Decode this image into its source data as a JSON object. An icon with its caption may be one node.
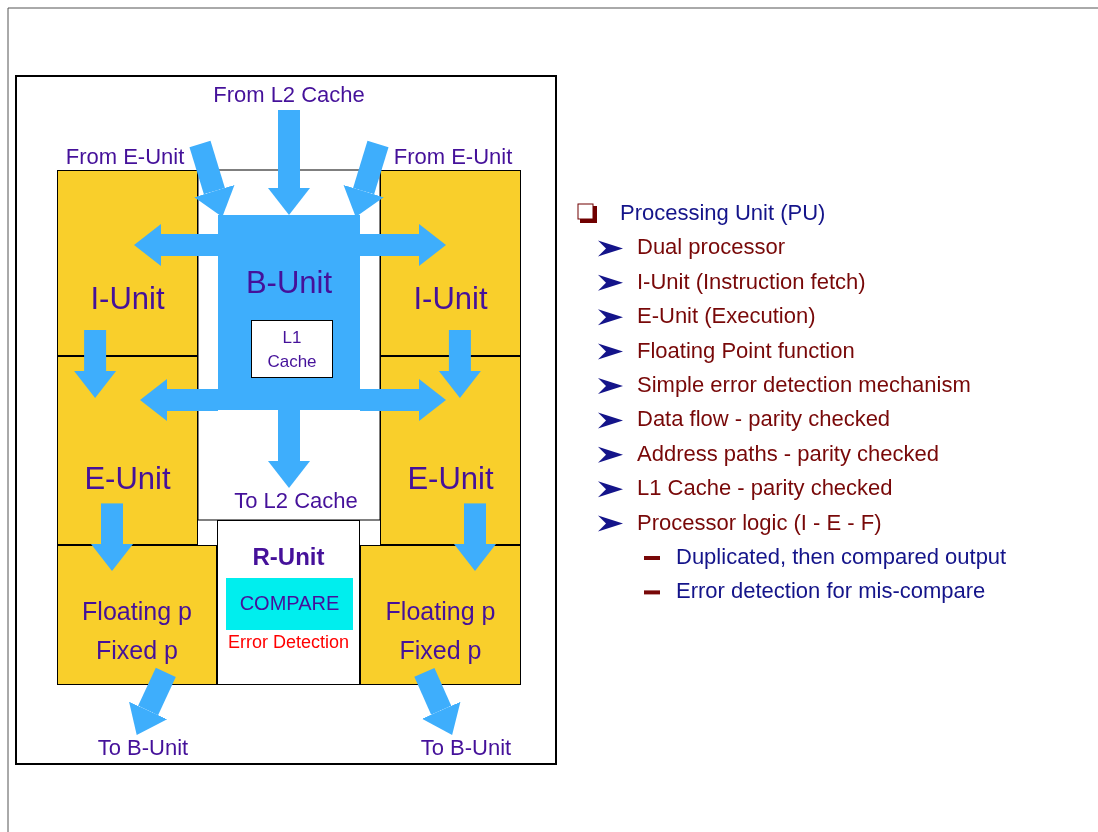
{
  "diagram": {
    "nodes": [
      {
        "text": [
          "From L2 Cache"
        ]
      },
      {
        "text": [
          "From E-Unit"
        ]
      },
      {
        "text": [
          "From E-Unit"
        ]
      },
      {
        "text": [
          "I-Unit"
        ]
      },
      {
        "text": [
          "B-Unit"
        ]
      },
      {
        "text": [
          "L1 Cache"
        ],
        "in": 4
      },
      {
        "text": [
          "I-Unit"
        ]
      },
      {
        "text": [
          "E-Unit"
        ]
      },
      {
        "text": [
          "E-Unit"
        ]
      },
      {
        "text": [
          "To L2 Cache"
        ]
      },
      {
        "text": [
          "Floating p Fixed p"
        ]
      },
      {
        "text": [
          "R-Unit",
          "Error Detection"
        ]
      },
      {
        "text": [
          "COMPARE"
        ],
        "in": 11
      },
      {
        "text": [
          "Floating p Fixed p"
        ]
      },
      {
        "text": [
          "To B-Unit"
        ]
      },
      {
        "text": [
          "To B-Unit"
        ]
      }
    ],
    "edges": [
      {
        "from": 0,
        "to": 4,
        "arrow": "to"
      },
      {
        "from": 1,
        "to": 4,
        "arrow": "to"
      },
      {
        "from": 2,
        "to": 4,
        "arrow": "to"
      },
      {
        "from": 4,
        "to": 3,
        "arrow": "to"
      },
      {
        "from": 4,
        "to": 6,
        "arrow": "to"
      },
      {
        "from": 4,
        "to": 7,
        "arrow": "to"
      },
      {
        "from": 4,
        "to": 8,
        "arrow": "to"
      },
      {
        "from": 3,
        "to": 7,
        "arrow": "to"
      },
      {
        "from": 6,
        "to": 8,
        "arrow": "to"
      },
      {
        "from": 4,
        "to": 9,
        "arrow": "to"
      },
      {
        "from": 7,
        "to": 10,
        "arrow": "to"
      },
      {
        "from": 8,
        "to": 13,
        "arrow": "to"
      },
      {
        "from": 10,
        "to": 14,
        "arrow": "to"
      },
      {
        "from": 13,
        "to": 15,
        "arrow": "to"
      }
    ],
    "labels": [
      "Processing Unit (PU)",
      "Dual processor",
      "I-Unit (Instruction fetch)",
      "E-Unit (Execution)",
      "Floating Point function",
      "Simple  error detection mechanism",
      "Data flow - parity checked",
      "Address paths - parity checked",
      "L1 Cache - parity checked",
      "Processor logic (I - E - F)",
      "Duplicated, then compared output",
      "Error detection for mis-compare"
    ]
  }
}
